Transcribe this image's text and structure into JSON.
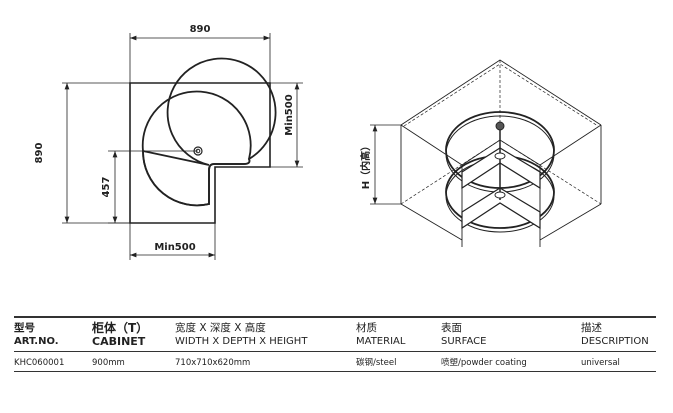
{
  "drawing_top": {
    "width_dim": "890",
    "depth_dim": "890",
    "center_dim": "457",
    "min_right": "Min500",
    "min_bottom": "Min500"
  },
  "drawing_iso": {
    "height_label": "H（内高）"
  },
  "table": {
    "headers": [
      {
        "cn": "型号",
        "en": "ART.NO."
      },
      {
        "cn": "柜体（T）",
        "en": "CABINET"
      },
      {
        "cn": "宽度 X 深度 X 高度",
        "en": "WIDTH X DEPTH X HEIGHT"
      },
      {
        "cn": "材质",
        "en": "MATERIAL"
      },
      {
        "cn": "表面",
        "en": "SURFACE"
      },
      {
        "cn": "描述",
        "en": "DESCRIPTION"
      }
    ],
    "rows": [
      [
        "KHC060001",
        "900mm",
        "710x710x620mm",
        "碳钢/steel",
        "喷塑/powder coating",
        "universal"
      ]
    ]
  }
}
